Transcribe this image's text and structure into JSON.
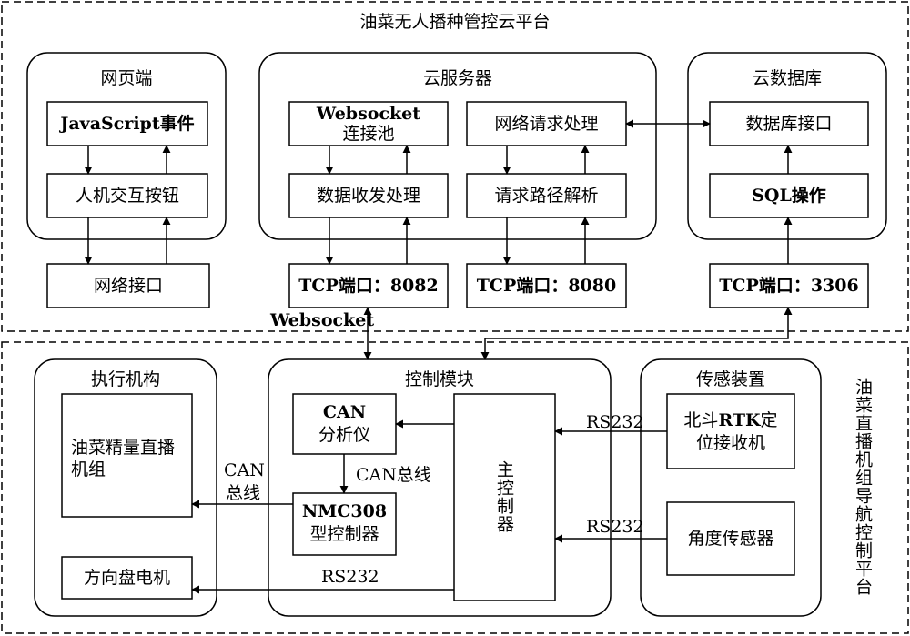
{
  "cloud": {
    "title": "油菜无人播种管控云平台",
    "web": {
      "title": "网页端",
      "js_event": "JavaScript事件",
      "hci_button": "人机交互按钮",
      "net_interface": "网络接口"
    },
    "server": {
      "title": "云服务器",
      "ws_pool_1": "Websocket",
      "ws_pool_2": "连接池",
      "data_proc": "数据收发处理",
      "req_proc": "网络请求处理",
      "route_parse": "请求路径解析",
      "tcp_8082": "TCP端口：8082",
      "tcp_8080": "TCP端口：8080"
    },
    "db": {
      "title": "云数据库",
      "db_interface": "数据库接口",
      "sql_op": "SQL操作",
      "tcp_3306": "TCP端口：3306"
    }
  },
  "nav": {
    "title": "油菜直播机组导航控制平台",
    "websocket_label": "Websocket",
    "actuator": {
      "title": "执行机构",
      "seeder_1": "油菜精量直播",
      "seeder_2": "机组",
      "steering_motor": "方向盘电机"
    },
    "control": {
      "title": "控制模块",
      "can_1": "CAN",
      "can_2": "分析仪",
      "nmc_1": "NMC308",
      "nmc_2": "型控制器",
      "main_ctrl": "主控制器",
      "can_bus": "CAN总线"
    },
    "links": {
      "can_left_1": "CAN",
      "can_left_2": "总线",
      "rs232_bottom": "RS232",
      "rs232_top": "RS232",
      "rs232_mid": "RS232"
    },
    "sensor": {
      "title": "传感装置",
      "rtk_1": "北斗RTK定",
      "rtk_2": "位接收机",
      "angle": "角度传感器"
    }
  }
}
